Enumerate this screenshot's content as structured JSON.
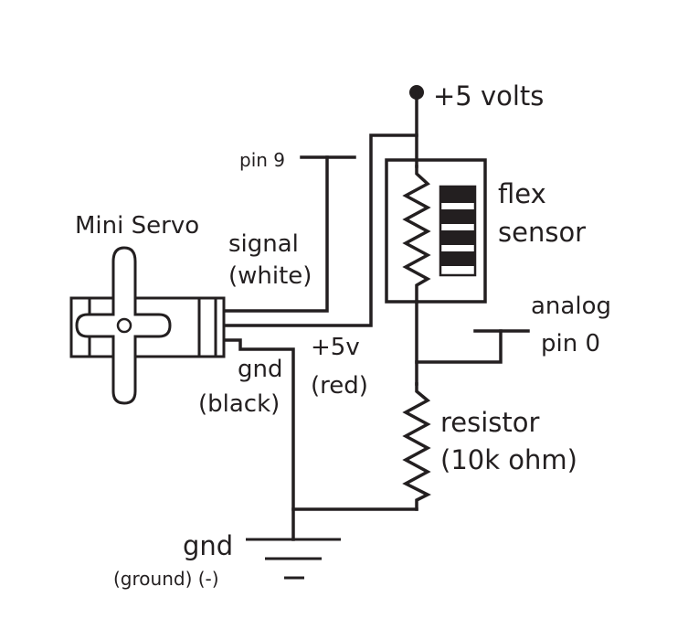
{
  "labels": {
    "supply": "+5 volts",
    "pin9": "pin 9",
    "mini_servo": "Mini Servo",
    "signal": "signal",
    "signal_color": "(white)",
    "flex_line1": "flex",
    "flex_line2": "sensor",
    "analog_line1": "analog",
    "analog_line2": "pin 0",
    "plus5v": "+5v",
    "plus5v_color": "(red)",
    "gnd_servo": "gnd",
    "gnd_servo_color": "(black)",
    "resistor": "resistor",
    "resistor_value": "(10k ohm)",
    "gnd_main": "gnd",
    "gnd_note": "(ground) (-)"
  }
}
